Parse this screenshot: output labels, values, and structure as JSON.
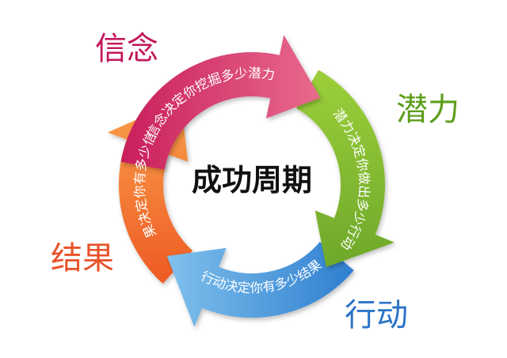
{
  "diagram": {
    "center_title": "成功周期",
    "stages": [
      {
        "label": "信念",
        "arc_text": "信念决定你挖掘多少潜力",
        "color": "#d93f6e",
        "label_color": "#c2185b"
      },
      {
        "label": "潜力",
        "arc_text": "潜力决定你做出多少行动",
        "color": "#8cc63f",
        "label_color": "#5d9e1c"
      },
      {
        "label": "行动",
        "arc_text": "行动决定你有多少结果",
        "color": "#4b9fda",
        "label_color": "#2b74c7"
      },
      {
        "label": "结果",
        "arc_text": "结果决定你有多少信念",
        "color": "#f47b36",
        "label_color": "#e8522a"
      }
    ]
  }
}
